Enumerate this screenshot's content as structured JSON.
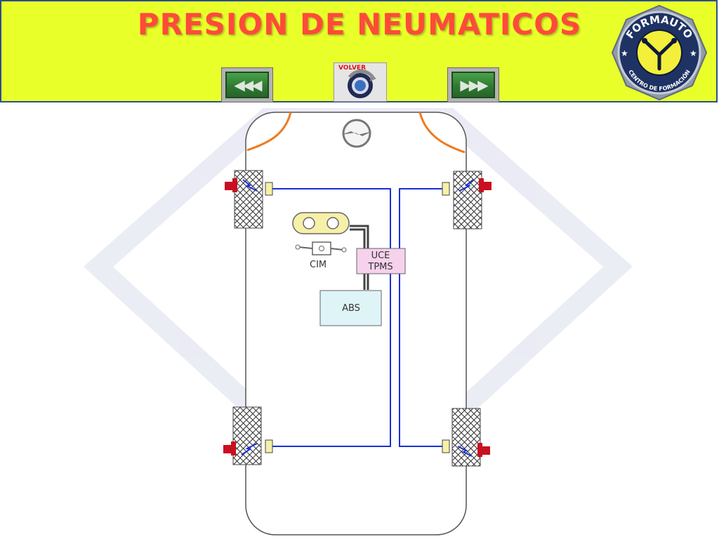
{
  "header": {
    "title": "PRESION DE NEUMATICOS",
    "back_glyph": "◀◀◀",
    "next_glyph": "▶▶▶",
    "volver_label": "VOLVER"
  },
  "logo": {
    "top_text": "FORMAUTO",
    "bottom_text": "CENTRO DE FORMACIÓN"
  },
  "diagram": {
    "cim_label": "CIM",
    "uce_line1": "UCE",
    "uce_line2": "TPMS",
    "abs_label": "ABS"
  },
  "colors": {
    "header_bg": "#e9ff2a",
    "title": "#ff4a3a",
    "wire": "#1a2fd6",
    "uce_box": "#f6d2ec",
    "abs_box": "#dff4f6",
    "fender": "#f07a1e"
  }
}
